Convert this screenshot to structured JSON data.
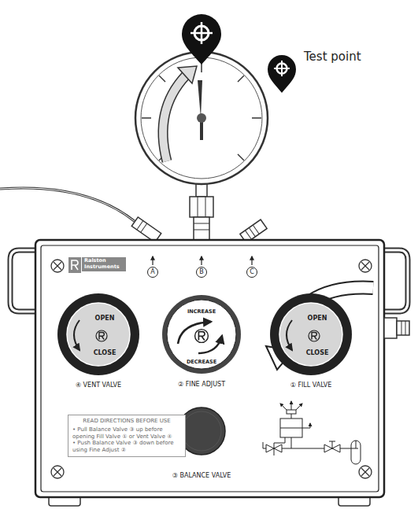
{
  "diagram": {
    "nodes": [
      {
        "text": [
          "OPEN",
          "CLOSE",
          "④ VENT VALVE"
        ]
      },
      {
        "text": [
          "INCREASE",
          "DECREASE",
          "② FINE ADJUST"
        ]
      },
      {
        "text": [
          "OPEN",
          "CLOSE",
          "① FILL VALVE"
        ]
      },
      {
        "text": [
          "READ DIRECTIONS BEFORE USE",
          "• Pull Balance Valve ③ up before opening Fill Valve ① or Vent Valve ④",
          "• Push Balance Valve ③ down before using Fine Adjust ②"
        ]
      },
      {
        "text": [
          "③ BALANCE VALVE"
        ]
      }
    ],
    "labels": [
      "Test point",
      "Ralston Instruments",
      "A",
      "B",
      "C"
    ]
  }
}
